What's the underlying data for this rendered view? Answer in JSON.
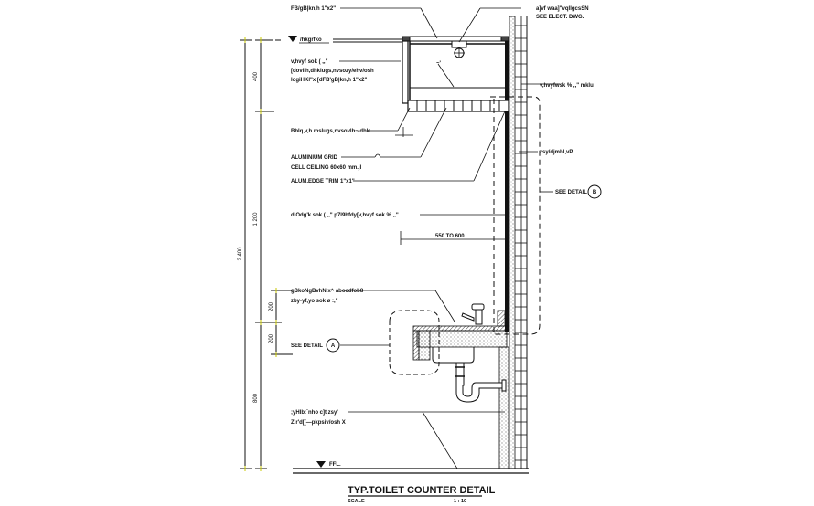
{
  "drawing": {
    "title": "TYP.TOILET COUNTER DETAIL",
    "scale_label": "SCALE",
    "scale_value": "1 : 10"
  },
  "levels": {
    "ceiling_level": "/hkgrfko",
    "floor_level": "FFL."
  },
  "dimensions": {
    "total": "2 400",
    "upper": "400",
    "middle": "1 200",
    "lower": "800",
    "counter_upper": "200",
    "counter_lower": "200",
    "mirror_offset": "550 TO 600"
  },
  "annotations": {
    "top_trim": "FB/gB|kn,h 1\"x2\"",
    "light_fixture_line1": "a]vf waa]\"vqllgcsSN",
    "light_fixture_line2": "SEE ELECT. DWG.",
    "wall_finish": "v,hvyfwsk % ,,\" mklu",
    "box_note_line1": "v,hvyf sok ( ,,\"",
    "box_note_line2": "[dovlih,dhklugs,nvsozy/ehv/osh",
    "box_note_line3": "logiHKl\"x [dFB'gB|kn,h 1\"x2\"",
    "ceiling_note": "Bblq,v,h mslugs,nvsovlh¬,dhk",
    "ceiling_grid_line1": "ALUMINIUM GRID",
    "ceiling_grid_line2": "CELL CEILING 60x60 mm.jl",
    "edge_trim": "ALUM.EDGE TRIM 1\"x1\"",
    "tile_note": "zsy/djmbl,vP",
    "mirror_note": "dIOdg'k sok ( ,,\" p7l9bfdy[v,hvyf sok % ,,\"",
    "counter_line1": "gBkoNgBvhN x^ abocdfob8",
    "counter_line2": "zby-yf,yo sok ø :,\"",
    "wall_base_line1": ";yHlb:`nho c]t zsy'",
    "wall_base_line2": "Z r'd[[—pkpsiv/osh X"
  },
  "callouts": {
    "detail_a_label": "SEE DETAIL",
    "detail_a_tag": "A",
    "detail_b_label": "SEE DETAIL",
    "detail_b_tag": "B"
  },
  "colors": {
    "line": "#111111",
    "tick": "#c8c800",
    "background": "#ffffff"
  }
}
